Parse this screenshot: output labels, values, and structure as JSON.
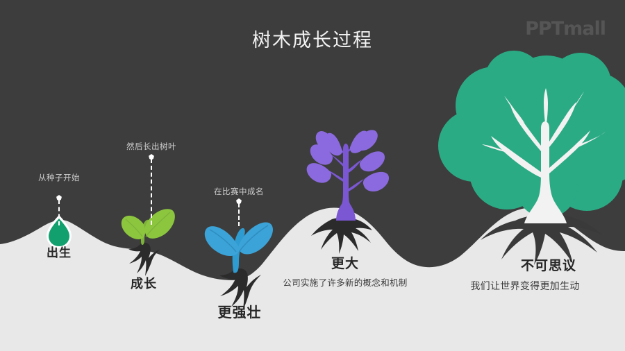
{
  "slide": {
    "title": "树木成长过程",
    "logo": "PPTmall",
    "background_color": "#3d3d3d",
    "ground_color": "#e9e8e9"
  },
  "stages": [
    {
      "id": "birth",
      "caption": "从种子开始",
      "label": "出生",
      "sublabel": "",
      "color": "#13a06f",
      "icon": "seed-drop-icon"
    },
    {
      "id": "growth",
      "caption": "然后长出树叶",
      "label": "成长",
      "sublabel": "",
      "color": "#8cc63e",
      "icon": "sprout-icon"
    },
    {
      "id": "stronger",
      "caption": "在比赛中成名",
      "label": "更强壮",
      "sublabel": "",
      "color": "#2e9bd1",
      "icon": "seedling-icon"
    },
    {
      "id": "bigger",
      "caption": "",
      "label": "更大",
      "sublabel": "公司实施了许多新的概念和机制",
      "color": "#7b57d4",
      "icon": "sapling-icon"
    },
    {
      "id": "incredible",
      "caption": "",
      "label": "不可思议",
      "sublabel": "我们让世界变得更加生动",
      "color": "#2bab84",
      "icon": "tree-icon"
    }
  ]
}
